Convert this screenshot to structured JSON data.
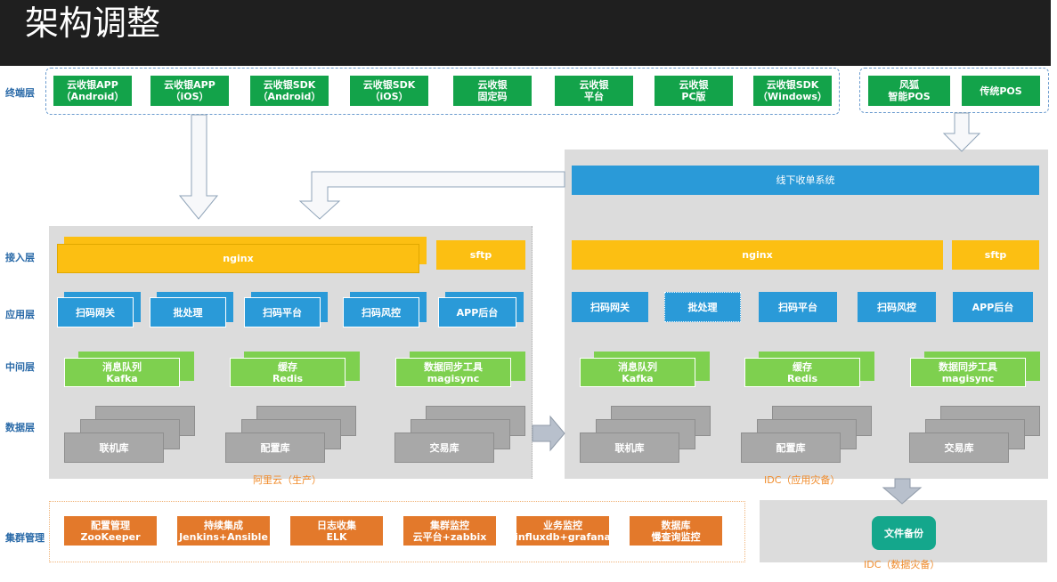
{
  "title": "架构调整",
  "layers": {
    "terminal": "终端层",
    "access": "接入层",
    "application": "应用层",
    "middleware": "中间层",
    "data": "数据层",
    "cluster": "集群管理"
  },
  "terminals_main": [
    {
      "line1": "云收银APP",
      "line2": "（Android）"
    },
    {
      "line1": "云收银APP",
      "line2": "（iOS）"
    },
    {
      "line1": "云收银SDK",
      "line2": "（Android）"
    },
    {
      "line1": "云收银SDK",
      "line2": "（iOS）"
    },
    {
      "line1": "云收银",
      "line2": "固定码"
    },
    {
      "line1": "云收银",
      "line2": "平台"
    },
    {
      "line1": "云收银",
      "line2": "PC版"
    },
    {
      "line1": "云收银SDK",
      "line2": "（Windows）"
    }
  ],
  "terminals_pos": [
    {
      "line1": "风狐",
      "line2": "智能POS"
    },
    {
      "line1": "传统POS",
      "line2": ""
    }
  ],
  "offline_system": "线下收单系统",
  "aliyun": {
    "nginx": "nginx",
    "sftp": "sftp",
    "apps": [
      "扫码网关",
      "批处理",
      "扫码平台",
      "扫码风控",
      "APP后台"
    ],
    "middleware": [
      {
        "line1": "消息队列",
        "line2": "Kafka"
      },
      {
        "line1": "缓存",
        "line2": "Redis"
      },
      {
        "line1": "数据同步工具",
        "line2": "magisync"
      }
    ],
    "databases": [
      "联机库",
      "配置库",
      "交易库"
    ],
    "caption": "阿里云（生产）"
  },
  "idc": {
    "nginx": "nginx",
    "sftp": "sftp",
    "apps": [
      "扫码网关",
      "批处理",
      "扫码平台",
      "扫码风控",
      "APP后台"
    ],
    "middleware": [
      {
        "line1": "消息队列",
        "line2": "Kafka"
      },
      {
        "line1": "缓存",
        "line2": "Redis"
      },
      {
        "line1": "数据同步工具",
        "line2": "magisync"
      }
    ],
    "databases": [
      "联机库",
      "配置库",
      "交易库"
    ],
    "caption": "IDC（应用灾备）"
  },
  "backup": {
    "label": "文件备份",
    "caption": "IDC（数据灾备）"
  },
  "cluster_tools": [
    {
      "line1": "配置管理",
      "line2": "ZooKeeper"
    },
    {
      "line1": "持续集成",
      "line2": "Jenkins+Ansible"
    },
    {
      "line1": "日志收集",
      "line2": "ELK"
    },
    {
      "line1": "集群监控",
      "line2": "云平台+zabbix"
    },
    {
      "line1": "业务监控",
      "line2": "influxdb+grafana"
    },
    {
      "line1": "数据库",
      "line2": "慢查询监控"
    }
  ],
  "colors": {
    "header": "#1f1f1f",
    "terminal_green": "#13a34a",
    "middleware_green": "#7ed04f",
    "app_blue": "#2a9ad8",
    "nginx_yellow": "#fcbf12",
    "db_gray": "#a8a8a8",
    "tool_orange": "#e3792b",
    "backup_teal": "#14a78c",
    "caption_orange": "#f08c2c"
  }
}
